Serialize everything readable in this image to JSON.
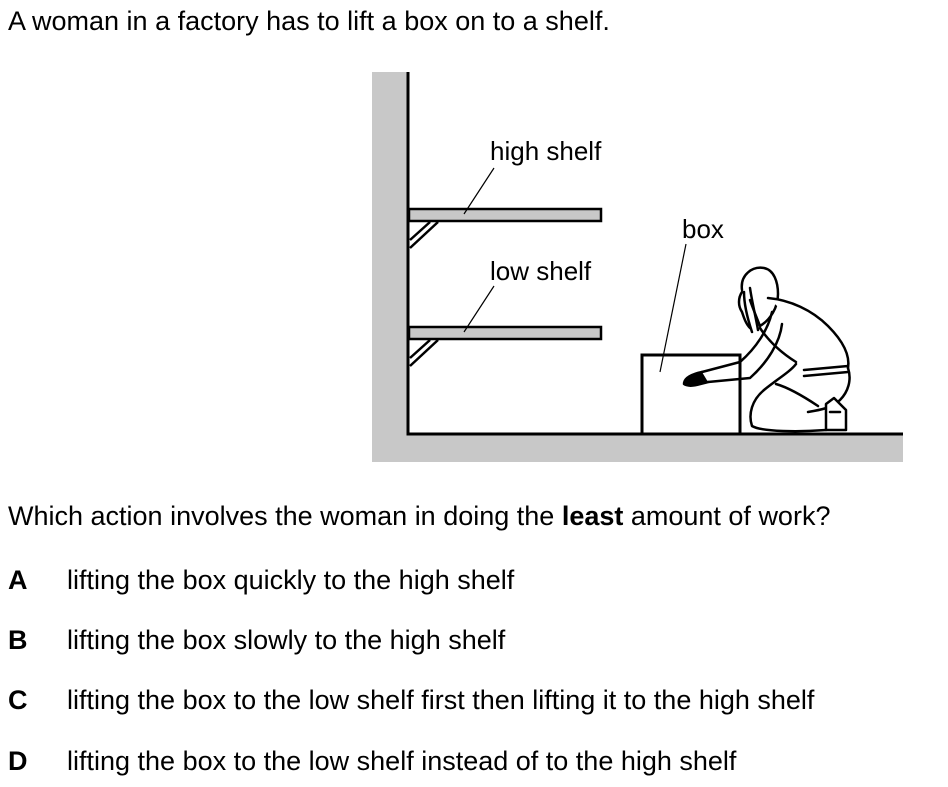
{
  "intro": "A woman in a factory has to lift a box on to a shelf.",
  "figure": {
    "labels": {
      "high_shelf": "high shelf",
      "low_shelf": "low shelf",
      "box": "box"
    }
  },
  "question": {
    "before": "Which action involves the woman in doing the ",
    "emphasis": "least",
    "after": " amount of work?"
  },
  "options": [
    {
      "letter": "A",
      "text": "lifting the box quickly to the high shelf"
    },
    {
      "letter": "B",
      "text": "lifting the box slowly to the high shelf"
    },
    {
      "letter": "C",
      "text": "lifting the box to the low shelf first then lifting it to the high shelf"
    },
    {
      "letter": "D",
      "text": "lifting the box to the low shelf instead of to the high shelf"
    }
  ]
}
